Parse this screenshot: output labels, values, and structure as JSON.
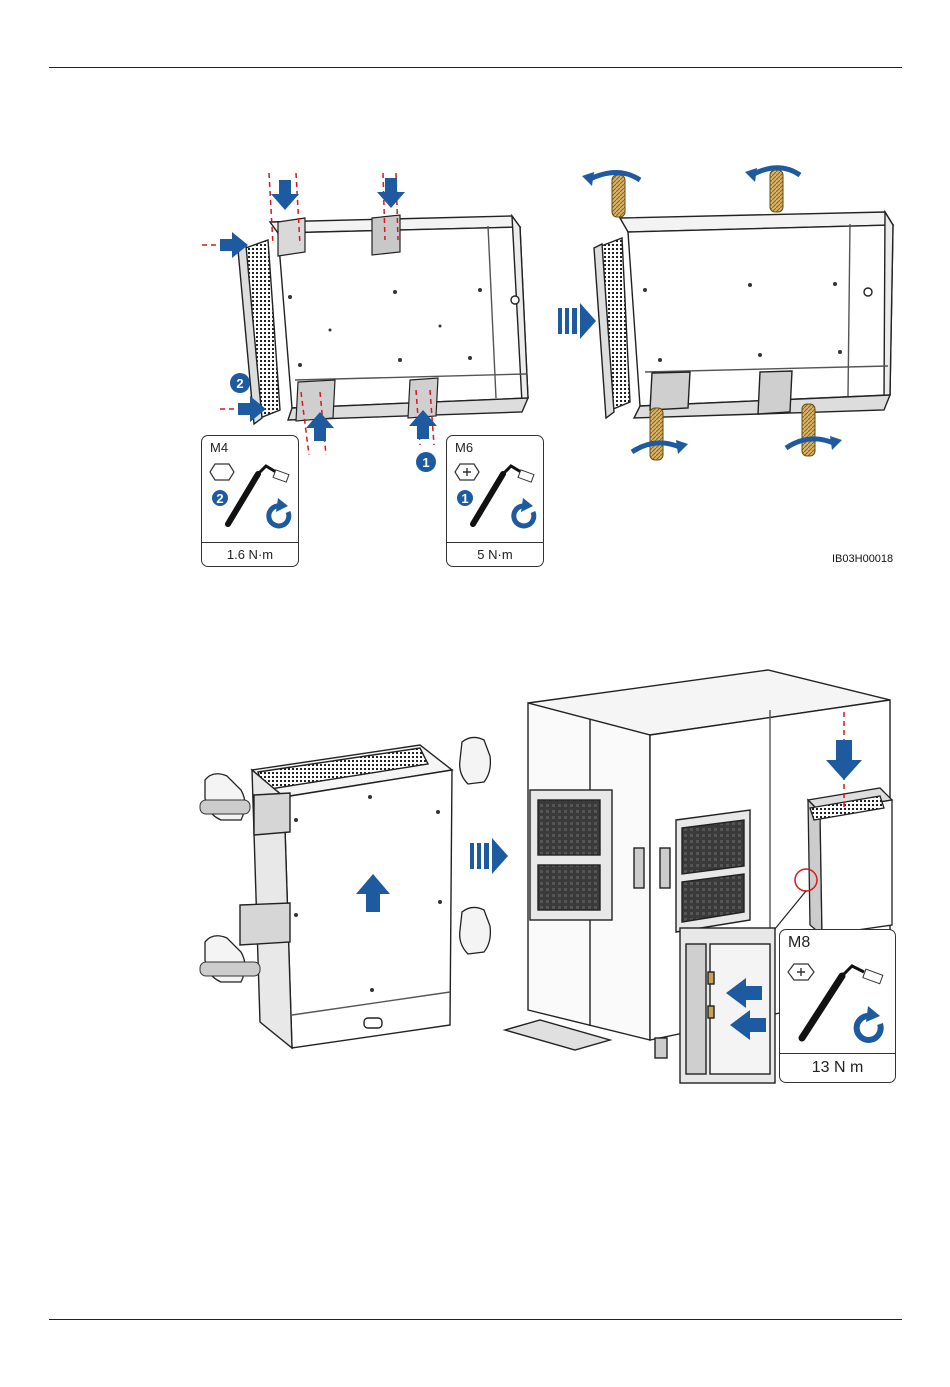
{
  "figure1": {
    "code": "IB03H00018",
    "step_badges": [
      "1",
      "2"
    ],
    "callout_m4": {
      "screw_size": "M4",
      "step": "2",
      "torque": "1.6 N·m"
    },
    "callout_m6": {
      "screw_size": "M6",
      "step": "1",
      "torque": "5 N·m"
    }
  },
  "figure2": {
    "callout_m8": {
      "screw_size": "M8",
      "torque": "13 N m"
    }
  },
  "colors": {
    "arrow_blue": "#1e5aa0",
    "guide_red": "#d7191c",
    "handle_gold": "#c9a25a"
  }
}
